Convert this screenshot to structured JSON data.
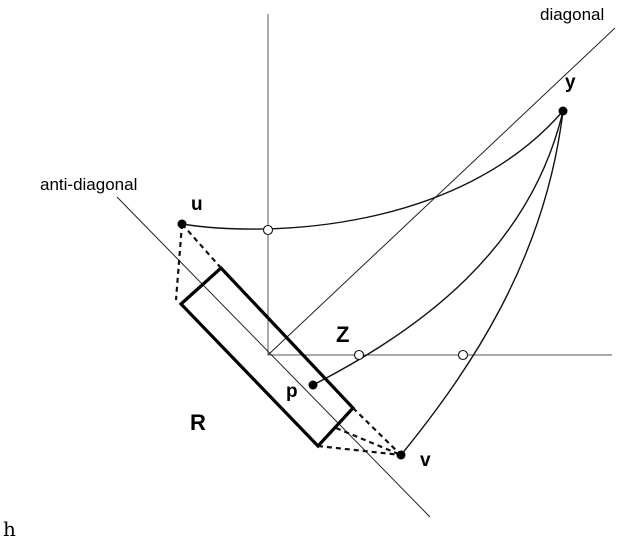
{
  "labels": {
    "diagonal": "diagonal",
    "anti_diagonal": "anti-diagonal",
    "point_y": "y",
    "point_u": "u",
    "point_z": "Z",
    "point_p": "p",
    "point_v": "v",
    "region_r": "R",
    "footer_h": "h"
  },
  "colors": {
    "ink": "#000000",
    "axis": "#555555",
    "background": "#ffffff"
  }
}
